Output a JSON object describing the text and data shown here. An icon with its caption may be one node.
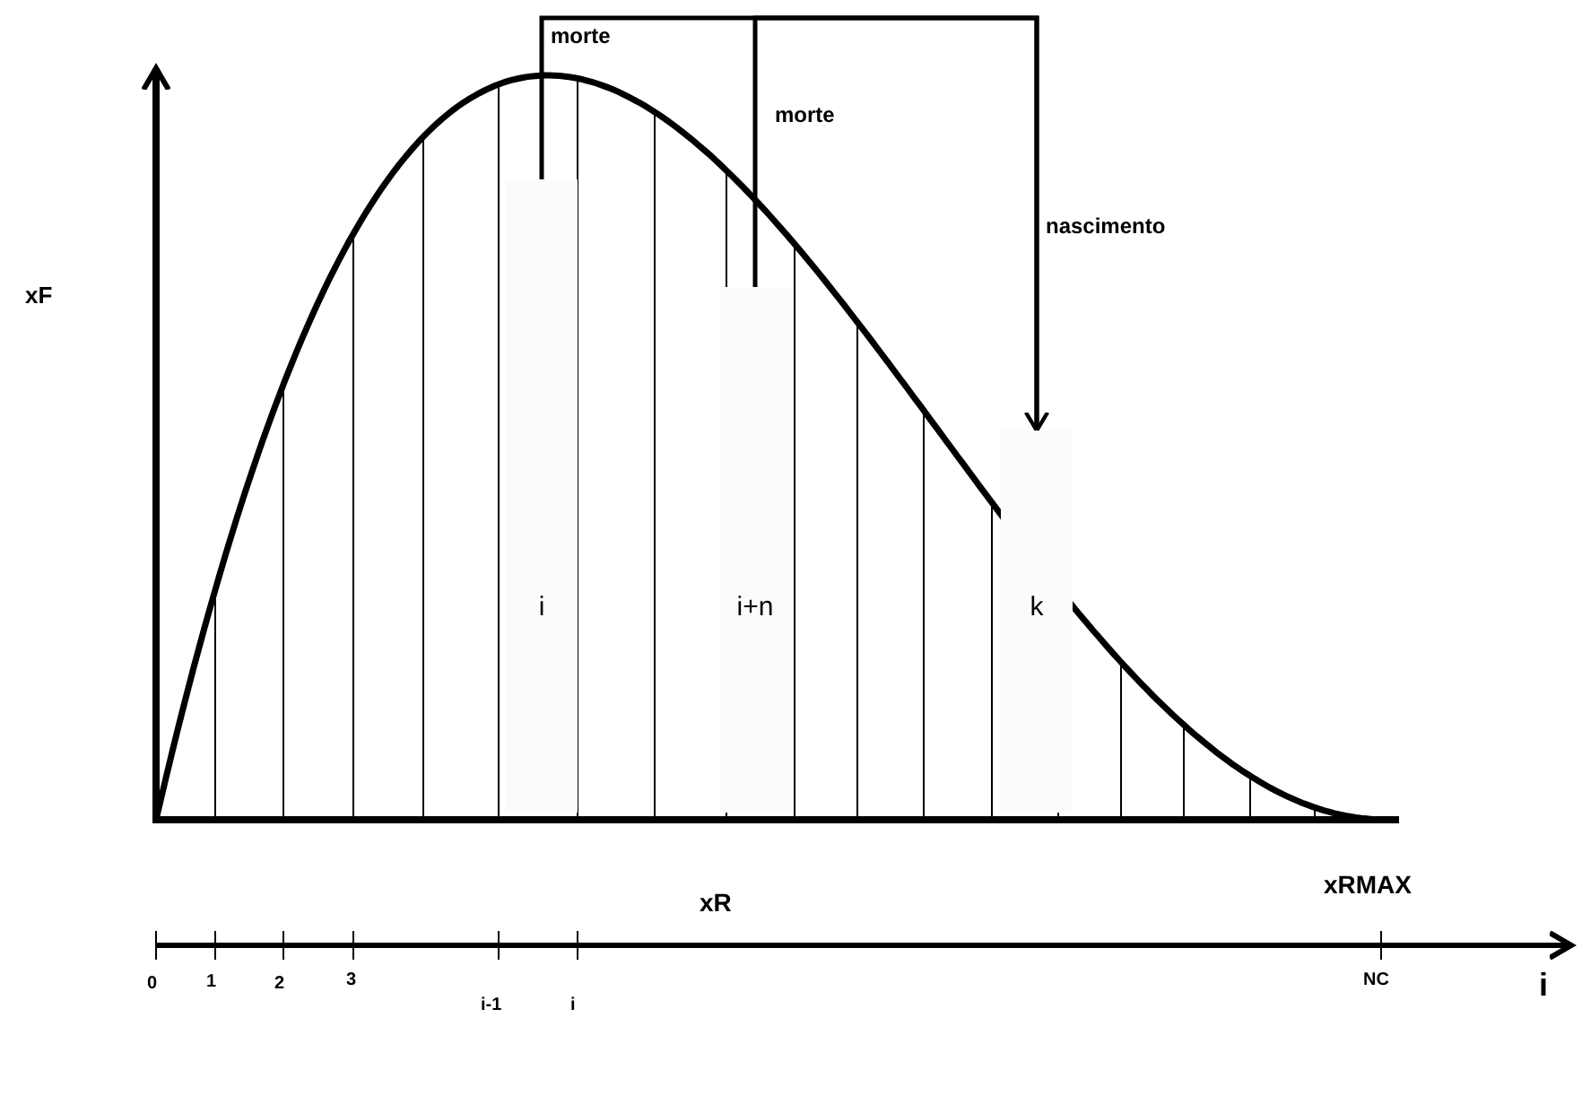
{
  "diagram": {
    "nodes": [
      {
        "text": [
          "i"
        ]
      },
      {
        "text": [
          "i+n"
        ]
      },
      {
        "text": [
          "k"
        ]
      }
    ],
    "edges": [
      {
        "from": 0,
        "to": 2,
        "arrow": "to",
        "label": "morte"
      },
      {
        "from": 1,
        "to": 2,
        "arrow": "to",
        "label": "morte"
      }
    ],
    "labels": [
      "nascimento",
      "xF",
      "xR",
      "xRMAX",
      "0",
      "1",
      "2",
      "3",
      "NC",
      "i",
      "i-1",
      "i"
    ]
  }
}
